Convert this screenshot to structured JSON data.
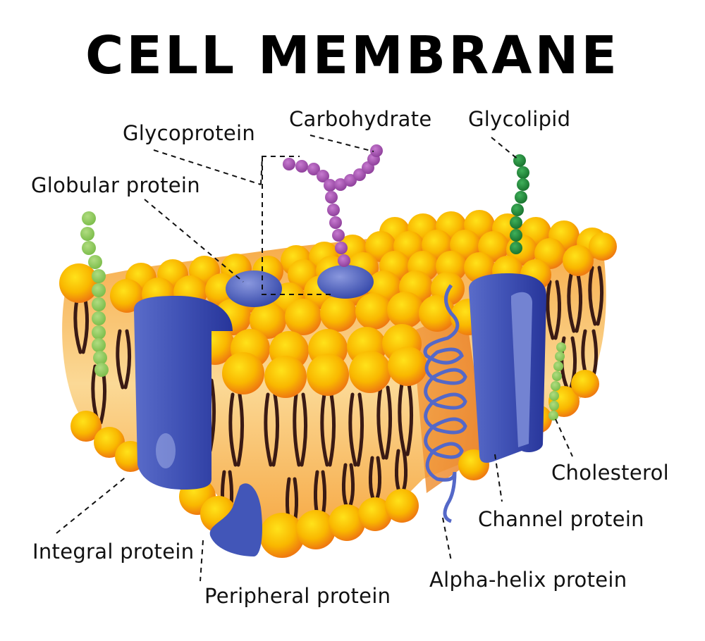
{
  "title": "CELL MEMBRANE",
  "labels": {
    "glycoprotein": "Glycoprotein",
    "carbohydrate": "Carbohydrate",
    "glycolipid": "Glycolipid",
    "globular_protein": "Globular protein",
    "cholesterol": "Cholesterol",
    "channel_protein": "Channel protein",
    "integral_protein": "Integral protein",
    "alpha_helix_protein": "Alpha-helix protein",
    "peripheral_protein": "Peripheral protein"
  },
  "colors": {
    "phospholipid_head": "#f7b600",
    "phospholipid_head_shade": "#f07d0c",
    "membrane_body": "#f8c77a",
    "lipid_tail": "#3a1a14",
    "protein": "#3b4fb0",
    "protein_light": "#7a8ad6",
    "carbohydrate": "#a24fae",
    "glycolipid": "#1e8a3a",
    "cholesterol": "#8cc95a"
  }
}
